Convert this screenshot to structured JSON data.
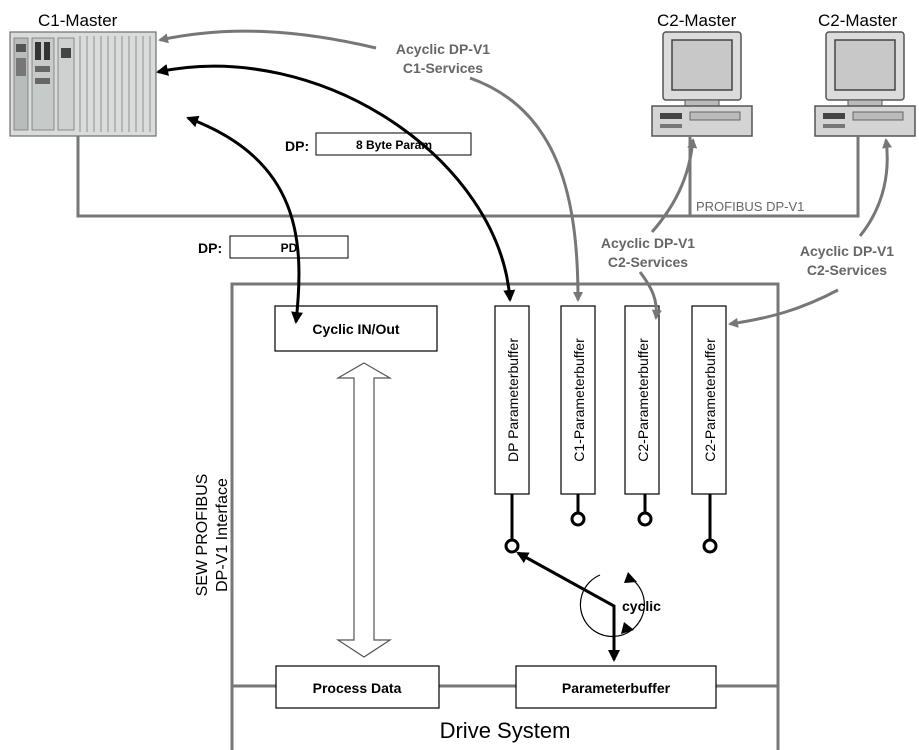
{
  "masters": {
    "c1": "C1-Master",
    "c2_left": "C2-Master",
    "c2_right": "C2-Master"
  },
  "bus": {
    "label": "PROFIBUS DP-V1"
  },
  "services": {
    "c1_line1": "Acyclic DP-V1",
    "c1_line2": "C1-Services",
    "c2a_line1": "Acyclic DP-V1",
    "c2a_line2": "C2-Services",
    "c2b_line1": "Acyclic DP-V1",
    "c2b_line2": "C2-Services"
  },
  "telegrams": {
    "param_prefix": "DP:",
    "param_label": "8 Byte Param",
    "pd_prefix": "DP:",
    "pd_label": "PD"
  },
  "interface": {
    "line1": "SEW PROFIBUS",
    "line2": "DP-V1 Interface"
  },
  "blocks": {
    "cyclic_io": "Cyclic IN/Out",
    "process_data": "Process Data",
    "parameterbuffer": "Parameterbuffer",
    "cyclic": "cyclic",
    "drive_system": "Drive System"
  },
  "buffers": [
    "DP Parameterbuffer",
    "C1-Parameterbuffer",
    "C2-Parameterbuffer",
    "C2-Parameterbuffer"
  ],
  "colors": {
    "black": "#000000",
    "gray_line": "#777777",
    "bus_text": "#666666",
    "plc_body": "#d9dcdb",
    "screen": "#cfcfcf"
  }
}
